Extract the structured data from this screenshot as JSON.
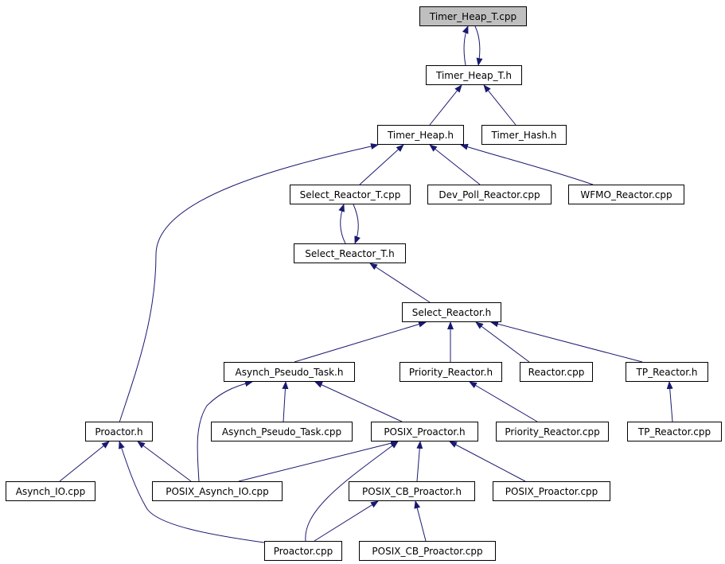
{
  "colors": {
    "edge": "#191970",
    "node_border": "#000000",
    "root_fill": "#bfbfbf",
    "node_fill": "#ffffff"
  },
  "nodes": {
    "timer_heap_t_cpp": "Timer_Heap_T.cpp",
    "timer_heap_t_h": "Timer_Heap_T.h",
    "timer_heap_h": "Timer_Heap.h",
    "timer_hash_h": "Timer_Hash.h",
    "select_reactor_t_cpp": "Select_Reactor_T.cpp",
    "dev_poll_reactor_cpp": "Dev_Poll_Reactor.cpp",
    "wfmo_reactor_cpp": "WFMO_Reactor.cpp",
    "select_reactor_t_h": "Select_Reactor_T.h",
    "select_reactor_h": "Select_Reactor.h",
    "asynch_pseudo_task_h": "Asynch_Pseudo_Task.h",
    "priority_reactor_h": "Priority_Reactor.h",
    "reactor_cpp": "Reactor.cpp",
    "tp_reactor_h": "TP_Reactor.h",
    "proactor_h": "Proactor.h",
    "asynch_pseudo_task_cpp": "Asynch_Pseudo_Task.cpp",
    "posix_proactor_h": "POSIX_Proactor.h",
    "priority_reactor_cpp": "Priority_Reactor.cpp",
    "tp_reactor_cpp": "TP_Reactor.cpp",
    "asynch_io_cpp": "Asynch_IO.cpp",
    "posix_asynch_io_cpp": "POSIX_Asynch_IO.cpp",
    "posix_cb_proactor_h": "POSIX_CB_Proactor.h",
    "posix_proactor_cpp": "POSIX_Proactor.cpp",
    "proactor_cpp": "Proactor.cpp",
    "posix_cb_proactor_cpp": "POSIX_CB_Proactor.cpp"
  }
}
